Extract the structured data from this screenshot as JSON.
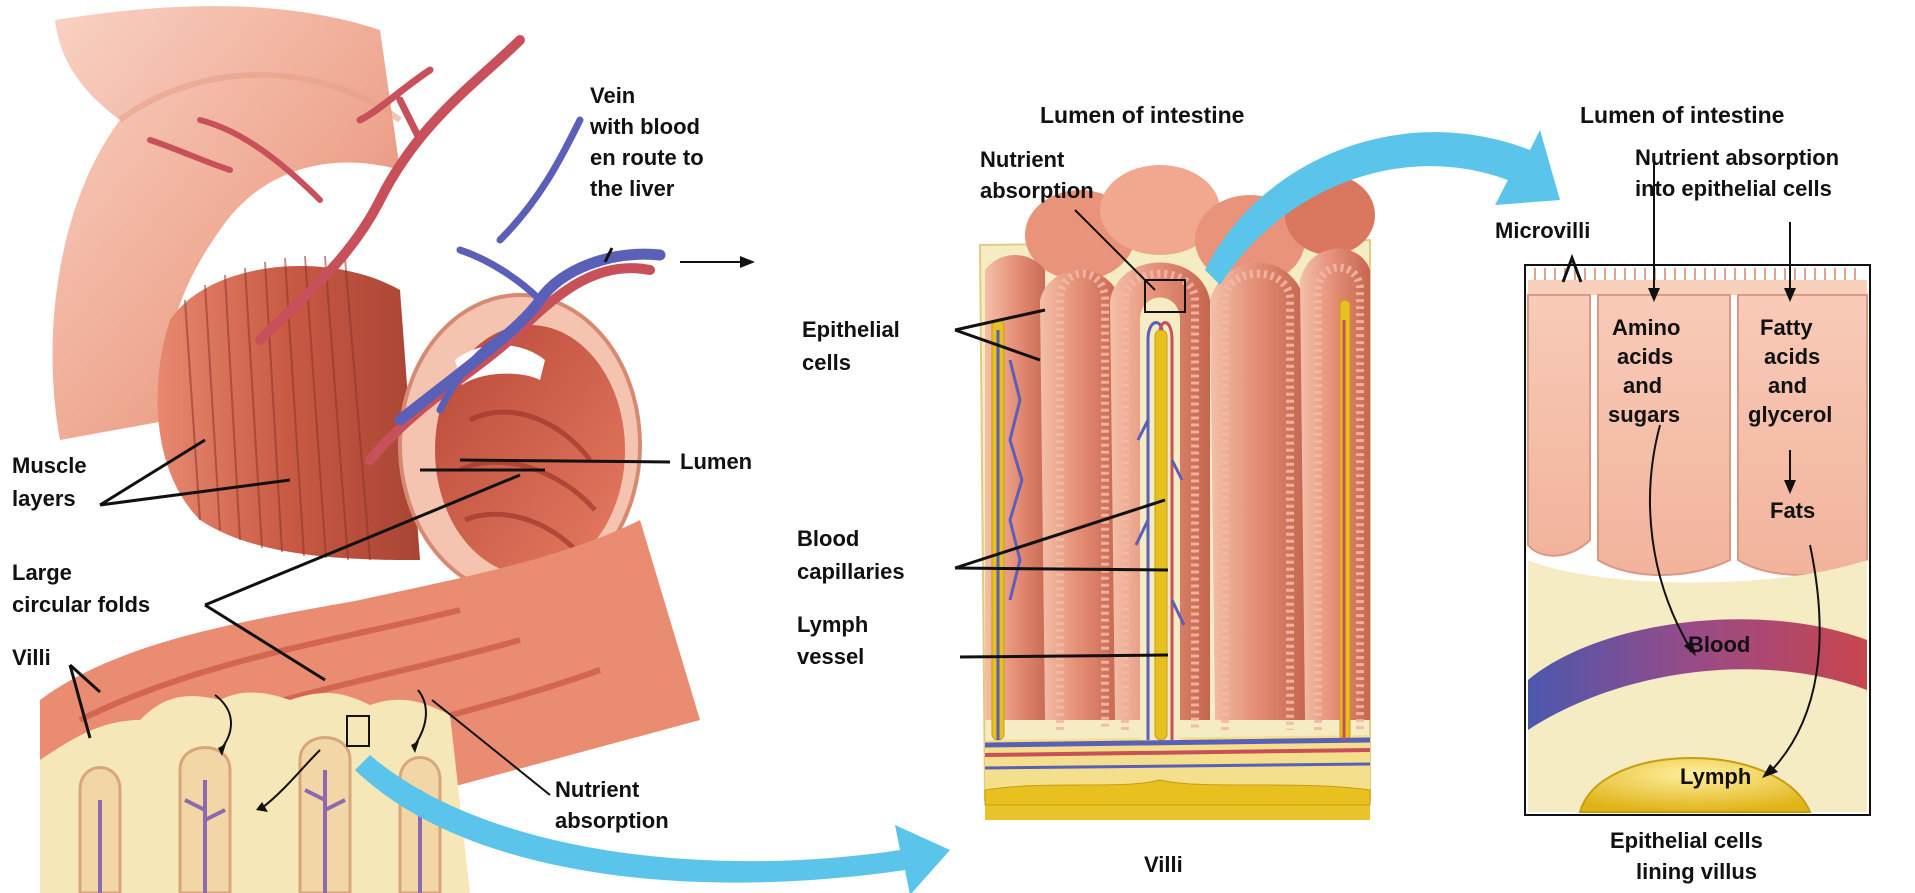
{
  "panel_left": {
    "vein_label": [
      "Vein",
      "with blood",
      "en route to",
      "the liver"
    ],
    "muscle_label": [
      "Muscle",
      "layers"
    ],
    "folds_label": [
      "Large",
      "circular folds"
    ],
    "villi_label": "Villi",
    "lumen_label": "Lumen",
    "nutrient_label": [
      "Nutrient",
      "absorption"
    ]
  },
  "panel_middle": {
    "lumen_title": "Lumen of intestine",
    "nutrient_label": [
      "Nutrient",
      "absorption"
    ],
    "epithelial_label": [
      "Epithelial",
      "cells"
    ],
    "capillaries_label": [
      "Blood",
      "capillaries"
    ],
    "lymph_label": [
      "Lymph",
      "vessel"
    ],
    "caption": "Villi"
  },
  "panel_right": {
    "lumen_title": "Lumen of intestine",
    "nutrient_label": [
      "Nutrient absorption",
      "into epithelial cells"
    ],
    "microvilli_label": "Microvilli",
    "amino_label": [
      "Amino",
      "acids",
      "and",
      "sugars"
    ],
    "fatty_label": [
      "Fatty",
      "acids",
      "and",
      "glycerol"
    ],
    "fats_label": "Fats",
    "blood_label": "Blood",
    "lymph_label": "Lymph",
    "caption": [
      "Epithelial cells",
      "lining villus"
    ]
  },
  "colors": {
    "tissue_pink": "#f2b8a4",
    "muscle_red": "#d9644f",
    "artery_red": "#c8505a",
    "vein_blue": "#5a5fb8",
    "lymph_yellow": "#e8c020",
    "arrow_blue": "#5bc4ea",
    "cream": "#f5ecc4"
  }
}
